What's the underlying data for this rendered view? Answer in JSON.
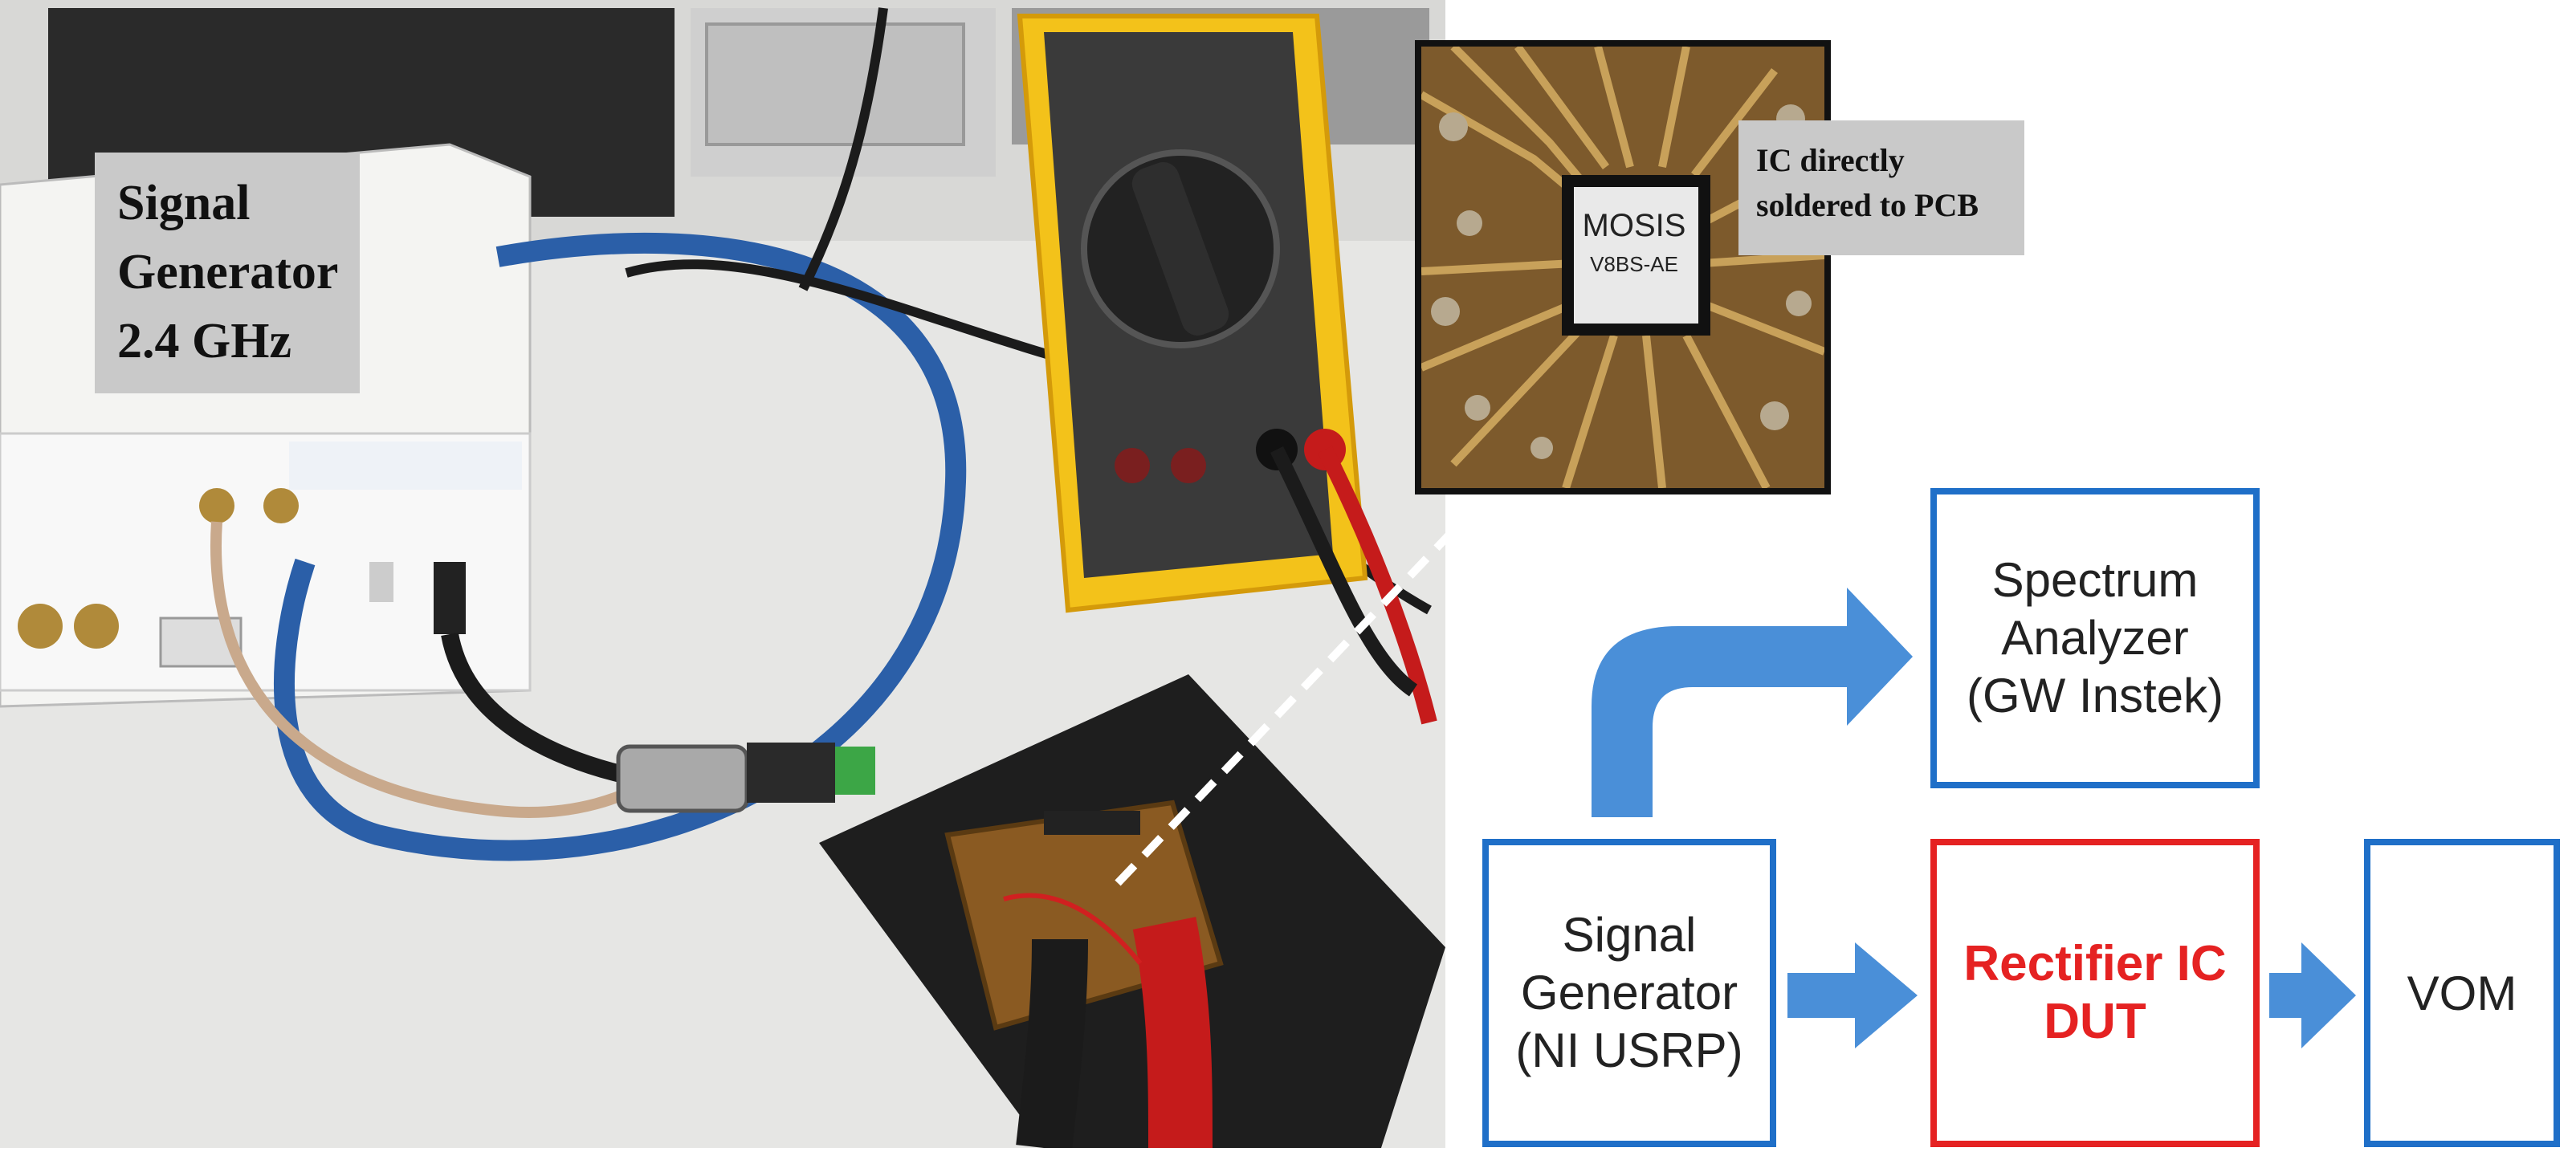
{
  "photo": {
    "signal_generator_label": "Signal\nGenerator\n2.4 GHz",
    "inset_label": "IC directly\nsoldered to PCB",
    "chip_line1": "MOSIS",
    "chip_line2": "V8BS-AE"
  },
  "diagram": {
    "spectrum_analyzer": "Spectrum\nAnalyzer\n(GW Instek)",
    "signal_generator": "Signal\nGenerator\n(NI USRP)",
    "dut": "Rectifier IC\nDUT",
    "vom": "VOM"
  },
  "colors": {
    "box_border": "#1f6fc8",
    "dut_color": "#e52222",
    "arrow_fill": "#4a8fd8"
  }
}
